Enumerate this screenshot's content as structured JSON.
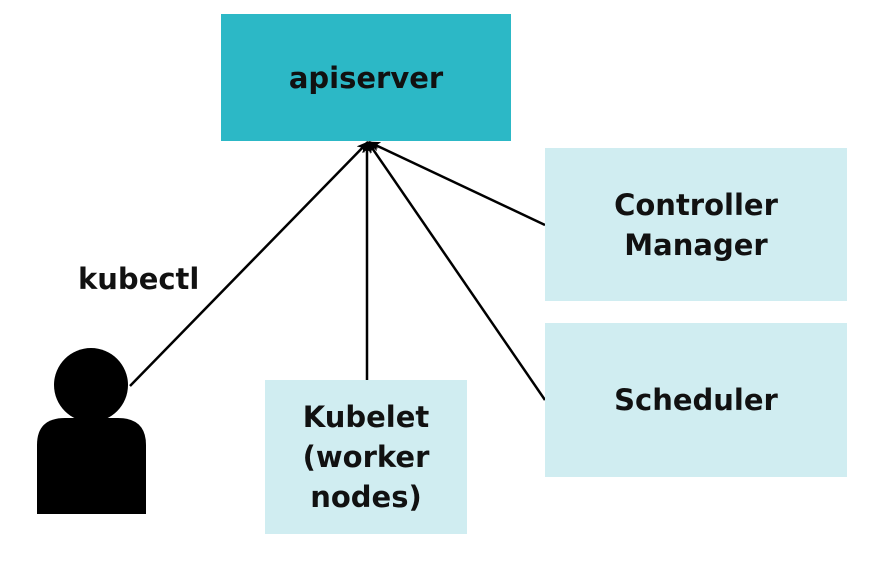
{
  "nodes": {
    "apiserver": {
      "label": "apiserver"
    },
    "controller": {
      "label": "Controller\nManager"
    },
    "scheduler": {
      "label": "Scheduler"
    },
    "kubelet": {
      "label": "Kubelet\n(worker\nnodes)"
    },
    "kubectl": {
      "label": "kubectl"
    }
  },
  "colors": {
    "primary": "#2cb8c6",
    "secondary": "#d0edf1",
    "user": "#000000",
    "arrow": "#000000"
  },
  "icons": {
    "user": "user-icon"
  }
}
